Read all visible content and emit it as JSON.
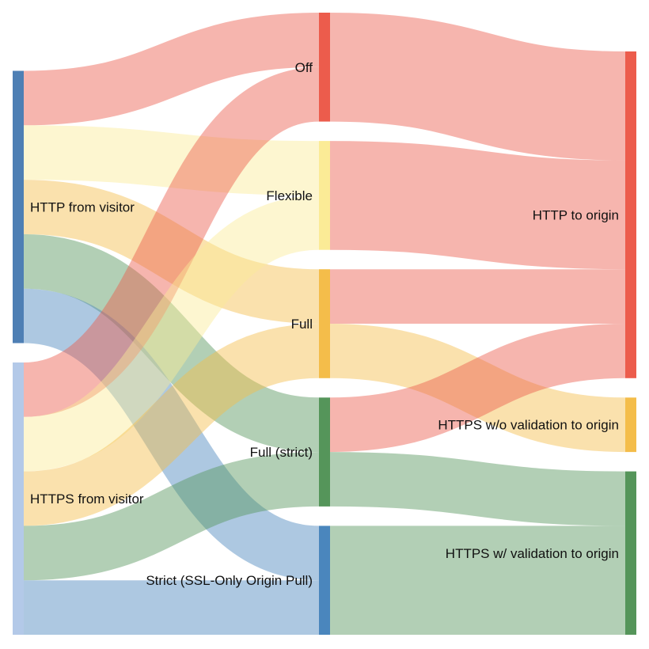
{
  "chart_data": {
    "type": "sankey",
    "title": "",
    "nodes": [
      {
        "id": "http_visitor",
        "label": "HTTP from visitor",
        "column": 0,
        "color": "#4e7fb4"
      },
      {
        "id": "https_visitor",
        "label": "HTTPS from visitor",
        "column": 0,
        "color": "#b3c9e8"
      },
      {
        "id": "off",
        "label": "Off",
        "column": 1,
        "color": "#ec5c4c"
      },
      {
        "id": "flexible",
        "label": "Flexible",
        "column": 1,
        "color": "#fbeb96"
      },
      {
        "id": "full",
        "label": "Full",
        "column": 1,
        "color": "#f4bd4a"
      },
      {
        "id": "full_strict",
        "label": "Full (strict)",
        "column": 1,
        "color": "#55955a"
      },
      {
        "id": "strict",
        "label": "Strict (SSL-Only Origin Pull)",
        "column": 1,
        "color": "#4a86bd"
      },
      {
        "id": "http_origin",
        "label": "HTTP to origin",
        "column": 2,
        "color": "#ec5c4c"
      },
      {
        "id": "https_noval",
        "label": "HTTPS w/o validation to origin",
        "column": 2,
        "color": "#f4bd4a"
      },
      {
        "id": "https_val",
        "label": "HTTPS w/ validation to origin",
        "column": 2,
        "color": "#55955a"
      }
    ],
    "links": [
      {
        "source": "http_visitor",
        "target": "off",
        "value": 1
      },
      {
        "source": "http_visitor",
        "target": "flexible",
        "value": 1
      },
      {
        "source": "http_visitor",
        "target": "full",
        "value": 1
      },
      {
        "source": "http_visitor",
        "target": "full_strict",
        "value": 1
      },
      {
        "source": "http_visitor",
        "target": "strict",
        "value": 1
      },
      {
        "source": "https_visitor",
        "target": "off",
        "value": 1
      },
      {
        "source": "https_visitor",
        "target": "flexible",
        "value": 1
      },
      {
        "source": "https_visitor",
        "target": "full",
        "value": 1
      },
      {
        "source": "https_visitor",
        "target": "full_strict",
        "value": 1
      },
      {
        "source": "https_visitor",
        "target": "strict",
        "value": 1
      },
      {
        "source": "off",
        "target": "http_origin",
        "value": 2
      },
      {
        "source": "flexible",
        "target": "http_origin",
        "value": 2
      },
      {
        "source": "full",
        "target": "http_origin",
        "value": 1
      },
      {
        "source": "full",
        "target": "https_noval",
        "value": 1
      },
      {
        "source": "full_strict",
        "target": "http_origin",
        "value": 1
      },
      {
        "source": "full_strict",
        "target": "https_val",
        "value": 1
      },
      {
        "source": "strict",
        "target": "https_val",
        "value": 2
      }
    ],
    "link_color_by": "target",
    "link_opacity": 0.45
  }
}
